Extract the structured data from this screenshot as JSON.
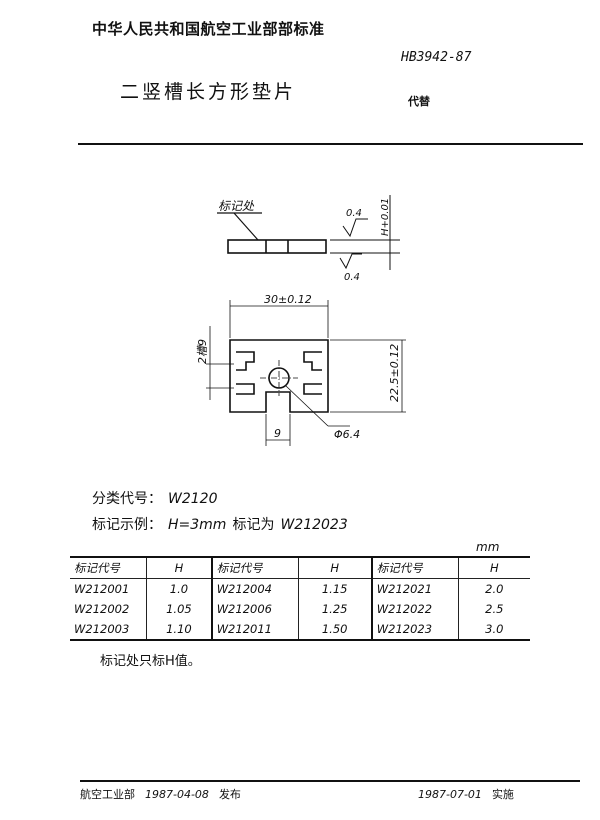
{
  "header": {
    "organization": "中华人民共和国航空工业部部标准",
    "standard_number": "HB3942-87",
    "title": "二竖槽长方形垫片",
    "replaces_label": "代替"
  },
  "drawing": {
    "callout_mark": "标记处",
    "roughness_1": "0.4",
    "roughness_2": "0.4",
    "thickness_dim": "H+0.01",
    "width_dim": "30±0.12",
    "height_dim": "22.5±0.12",
    "slot_width_dim": "9",
    "slot_label": "2槽9",
    "hole_dim": "Φ6.4"
  },
  "info": {
    "classification_label": "分类代号：",
    "classification_code": "W2120",
    "example_label": "标记示例：",
    "example_value": "H=3mm",
    "example_mark_label": "标记为",
    "example_mark_value": "W212023"
  },
  "unit": "mm",
  "table": {
    "headers": [
      "标记代号",
      "H",
      "标记代号",
      "H",
      "标记代号",
      "H"
    ],
    "rows": [
      [
        "W212001",
        "1.0",
        "W212004",
        "1.15",
        "W212021",
        "2.0"
      ],
      [
        "W212002",
        "1.05",
        "W212006",
        "1.25",
        "W212022",
        "2.5"
      ],
      [
        "W212003",
        "1.10",
        "W212011",
        "1.50",
        "W212023",
        "3.0"
      ]
    ]
  },
  "note": "标记处只标H值。",
  "footer": {
    "issuer": "航空工业部",
    "issue_date": "1987-04-08",
    "issue_label": "发布",
    "effective_date": "1987-07-01",
    "effective_label": "实施"
  }
}
